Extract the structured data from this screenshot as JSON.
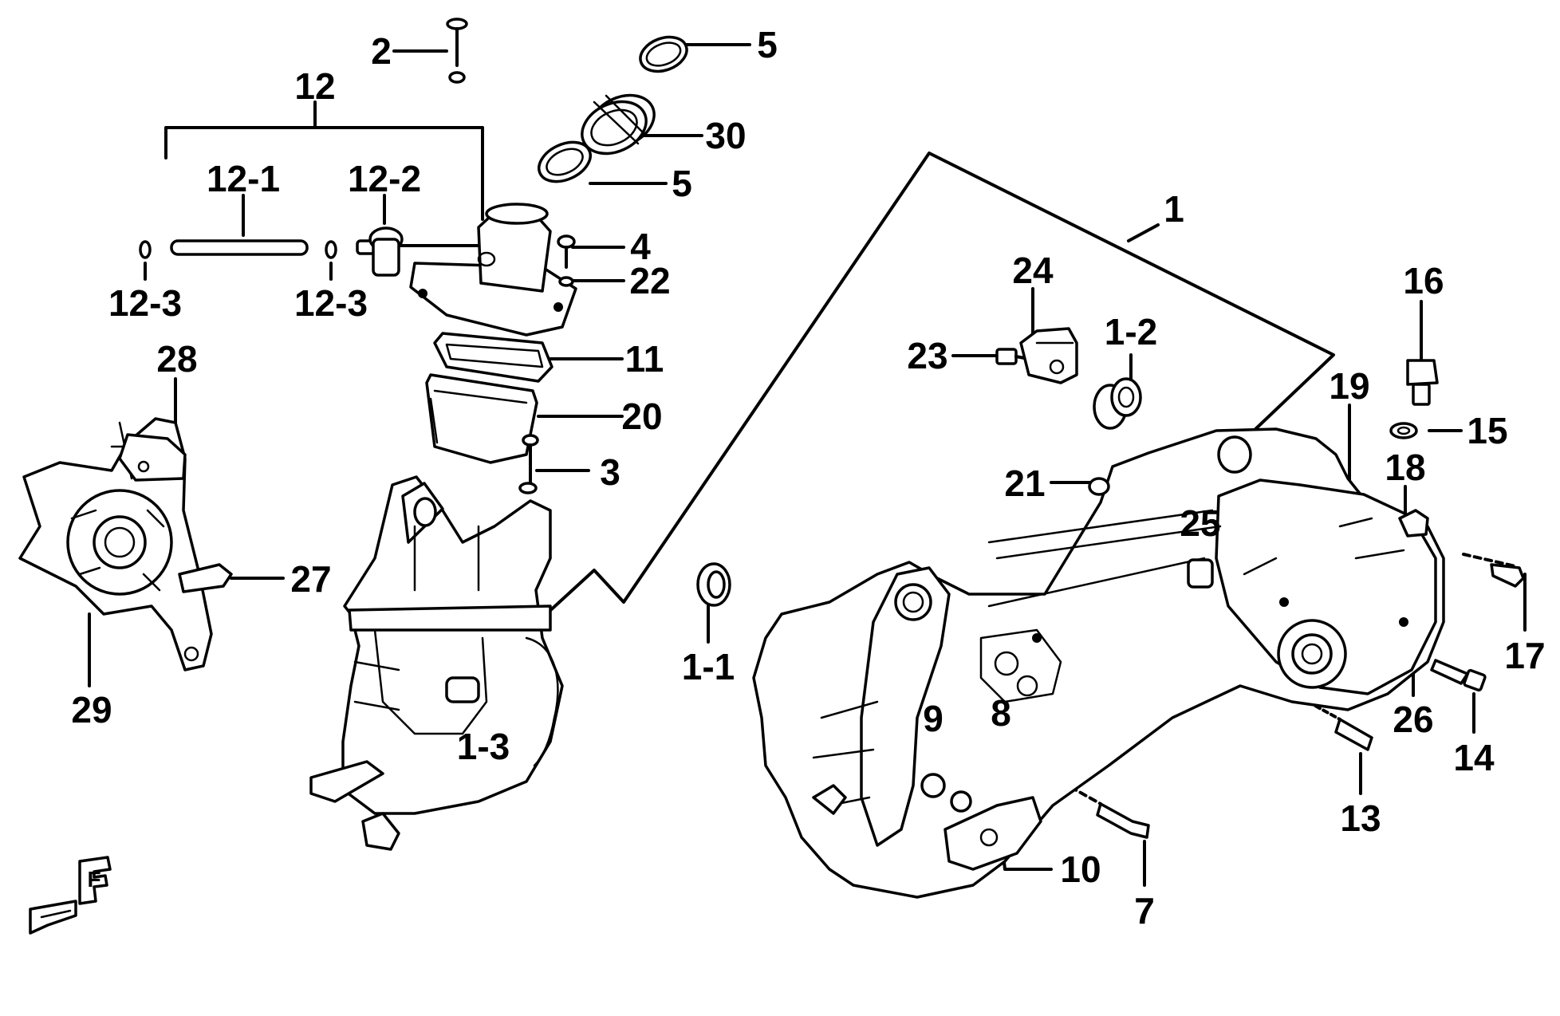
{
  "labels": {
    "p1": "1",
    "p1_1": "1-1",
    "p1_2": "1-2",
    "p1_3": "1-3",
    "p2": "2",
    "p3": "3",
    "p4": "4",
    "p5a": "5",
    "p5b": "5",
    "p7": "7",
    "p8": "8",
    "p9": "9",
    "p10": "10",
    "p11": "11",
    "p12": "12",
    "p12_1": "12-1",
    "p12_2": "12-2",
    "p12_3a": "12-3",
    "p12_3b": "12-3",
    "p13": "13",
    "p14": "14",
    "p15": "15",
    "p16": "16",
    "p17": "17",
    "p18": "18",
    "p19": "19",
    "p20": "20",
    "p21": "21",
    "p22": "22",
    "p23": "23",
    "p24": "24",
    "p25": "25",
    "p26": "26",
    "p27": "27",
    "p28": "28",
    "p29": "29",
    "p30": "30"
  },
  "front_marker": "F",
  "colors": {
    "line": "#000000",
    "background": "#ffffff"
  }
}
